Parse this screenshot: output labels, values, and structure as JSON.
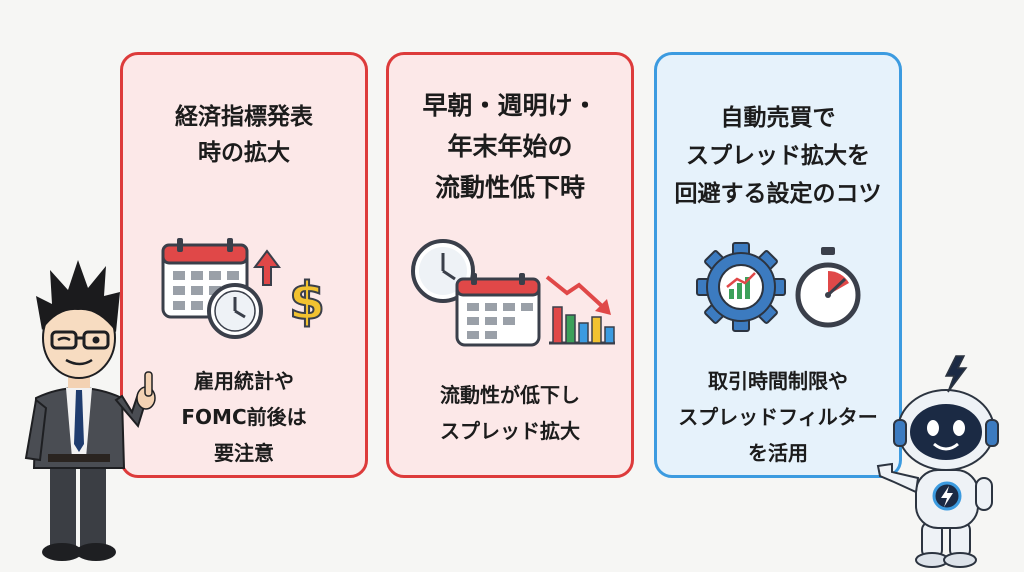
{
  "cards": [
    {
      "title": [
        "経済指標発表",
        "時の拡大"
      ],
      "desc": [
        "雇用統計や",
        "FOMC前後は",
        "要注意"
      ],
      "icons": [
        "calendar-icon",
        "clock-icon",
        "arrow-up-icon",
        "dollar-icon"
      ],
      "accent": "#dd3b3b"
    },
    {
      "title": [
        "早朝・週明け・",
        "年末年始の",
        "流動性低下時"
      ],
      "desc": [
        "流動性が低下し",
        "スプレッド拡大"
      ],
      "icons": [
        "clock-icon",
        "calendar-icon",
        "declining-chart-icon"
      ],
      "accent": "#dd3b3b"
    },
    {
      "title": [
        "自動売買で",
        "スプレッド拡大を",
        "回避する設定のコツ"
      ],
      "desc": [
        "取引時間制限や",
        "スプレッドフィルター",
        "を活用"
      ],
      "icons": [
        "gear-chart-icon",
        "stopwatch-icon"
      ],
      "accent": "#3c9be0"
    }
  ],
  "colors": {
    "red_card_bg": "#fce8e8",
    "blue_card_bg": "#e6f2fb"
  }
}
